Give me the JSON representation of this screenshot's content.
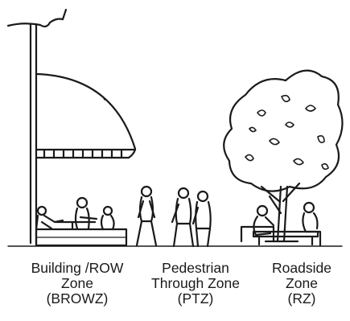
{
  "zones": [
    {
      "line1": "Building /ROW",
      "line2": "Zone",
      "line3": "(BROWZ)"
    },
    {
      "line1": "Pedestrian",
      "line2": "Through Zone",
      "line3": "(PTZ)"
    },
    {
      "line1": "Roadside",
      "line2": "Zone",
      "line3": "(RZ)"
    }
  ]
}
